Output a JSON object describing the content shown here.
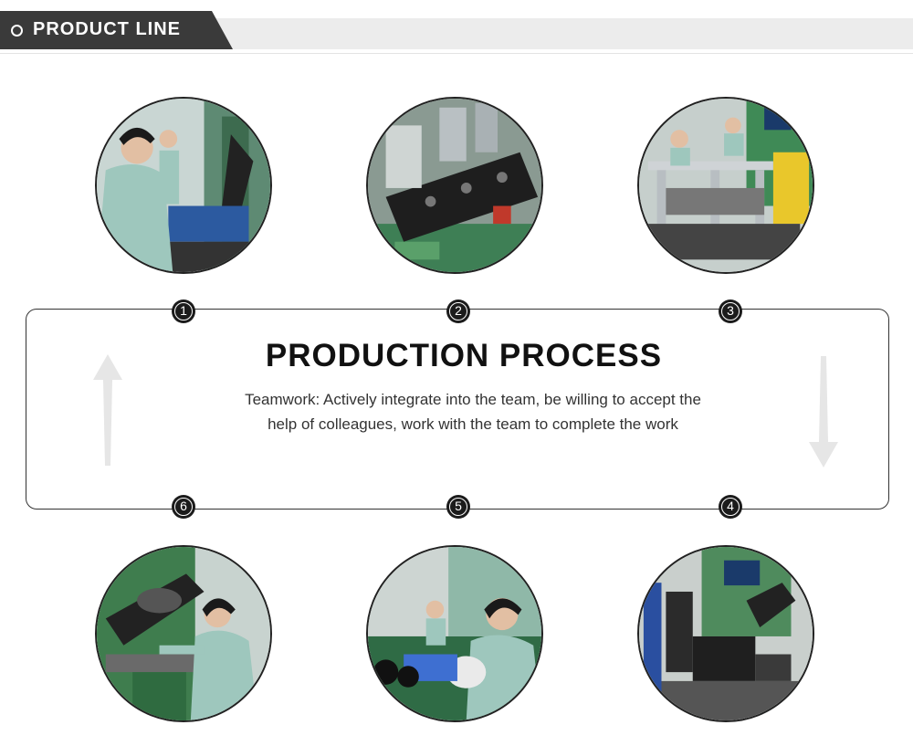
{
  "header": {
    "title": "PRODUCT LINE"
  },
  "process": {
    "title": "PRODUCTION PROCESS",
    "description": "Teamwork: Actively integrate into the team, be willing to accept the help of colleagues, work with the team to complete the work"
  },
  "steps": [
    {
      "number": "1",
      "icon": "worker-at-machine-photo"
    },
    {
      "number": "2",
      "icon": "machine-fixture-photo"
    },
    {
      "number": "3",
      "icon": "assembly-line-photo"
    },
    {
      "number": "4",
      "icon": "automated-machine-photo"
    },
    {
      "number": "5",
      "icon": "workers-inspecting-photo"
    },
    {
      "number": "6",
      "icon": "press-operator-photo"
    }
  ],
  "colors": {
    "header_dark": "#3a3a3a",
    "header_light": "#ececec",
    "badge": "#1b1b1b",
    "arrow": "#e6e6e6"
  }
}
